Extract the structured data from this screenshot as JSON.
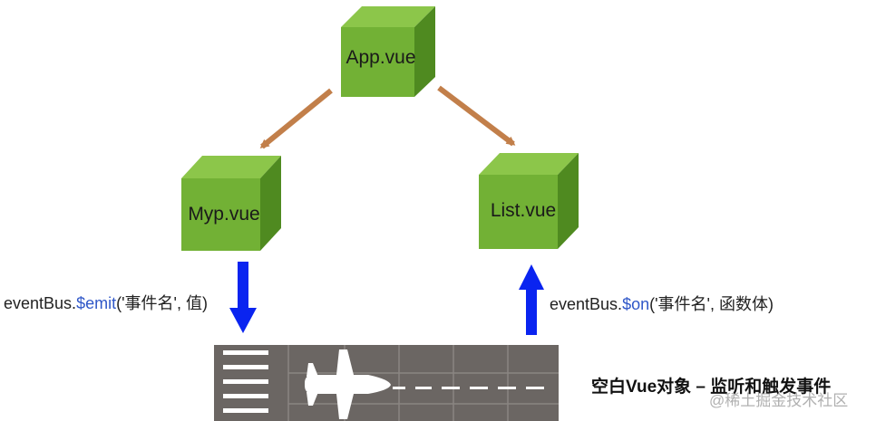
{
  "nodes": {
    "app": {
      "label": "App.vue"
    },
    "myp": {
      "label": "Myp.vue"
    },
    "list": {
      "label": "List.vue"
    }
  },
  "emit_code": {
    "prefix": "eventBus.",
    "method": "$emit",
    "args": "('事件名', 值)"
  },
  "on_code": {
    "prefix": "eventBus.",
    "method": "$on",
    "args": "('事件名', 函数体)"
  },
  "caption": "空白Vue对象 – 监听和触发事件",
  "watermark": "@稀土掘金技术社区",
  "colors": {
    "cube_front": "#72b135",
    "cube_top": "#8cc64a",
    "cube_side": "#4f8a20",
    "tree_arrow": "#c27f4a",
    "event_arrow": "#0a24f0",
    "runway": "#6b6663",
    "runway_line": "#8a8582",
    "stripe": "#ffffff",
    "method_text": "#2f57c8"
  },
  "icons": [
    "cube-icon",
    "arrow-icon",
    "airplane-icon",
    "runway-icon"
  ]
}
